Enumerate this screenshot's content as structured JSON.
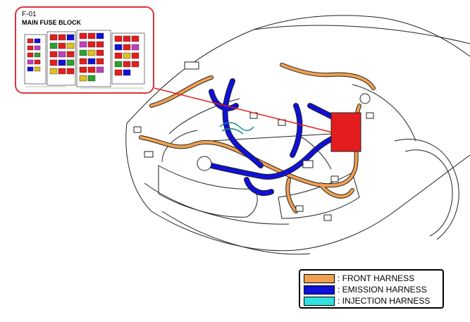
{
  "inset": {
    "code": "F-01",
    "title": "MAIN FUSE BLOCK"
  },
  "legend": {
    "items": [
      {
        "label": ": FRONT HARNESS",
        "color": "#f0a050"
      },
      {
        "label": ": EMISSION HARNESS",
        "color": "#1010d8"
      },
      {
        "label": ": INJECTION HARNESS",
        "color": "#30e0e0"
      }
    ]
  },
  "colors": {
    "highlight": "#e31d1d",
    "inset_border": "#d9343b",
    "line": "#222222"
  }
}
